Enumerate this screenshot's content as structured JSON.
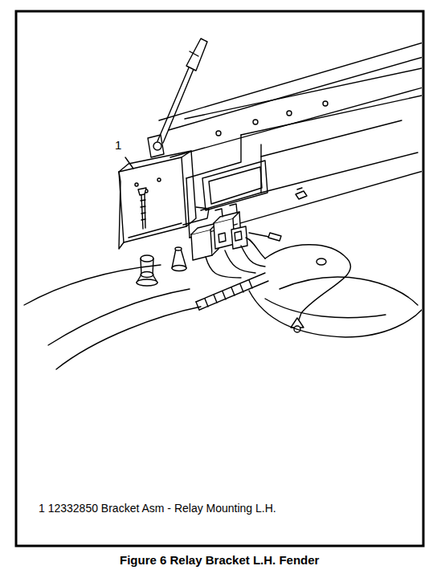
{
  "diagram": {
    "caption": "Figure 6 Relay Bracket L.H. Fender",
    "labels": [
      "1",
      "1 12332850 Bracket Asm - Relay Mounting L.H."
    ]
  }
}
